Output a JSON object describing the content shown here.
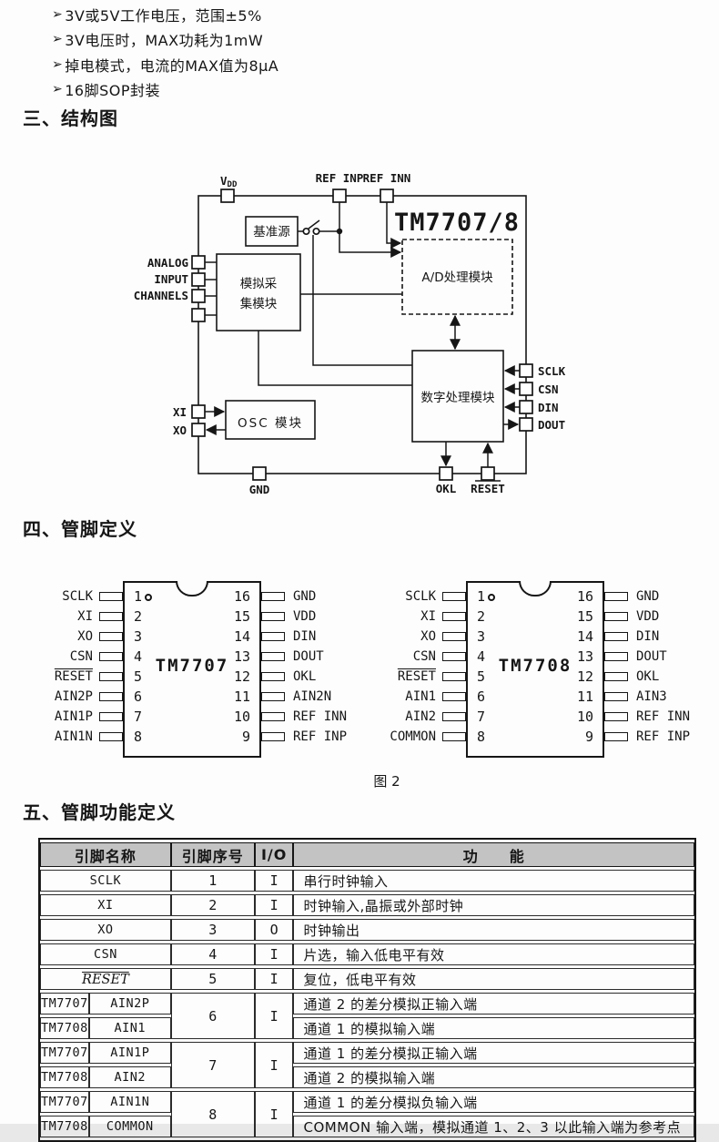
{
  "features": {
    "marker": "➢",
    "items": [
      "3V或5V工作电压，范围±5%",
      "3V电压时，MAX功耗为1mW",
      "掉电模式，电流的MAX值为8μA",
      "16脚SOP封装"
    ]
  },
  "sections": {
    "structure": "三、结构图",
    "pin_definition": "四、管脚定义",
    "pin_functions": "五、管脚功能定义"
  },
  "figure_caption": "图 2",
  "diagram": {
    "title": "TM7707/8",
    "vdd_main": "V",
    "vdd_sub": "DD",
    "ref_inp": "REF INP",
    "ref_inn": "REF INN",
    "blocks": {
      "reference": "基准源",
      "adc": "A/D处理模块",
      "analog_line1": "模拟采",
      "analog_line2": "集模块",
      "osc": "OSC 模块",
      "digital": "数字处理模块"
    },
    "left_labels": {
      "analog1": "ANALOG",
      "analog2": "INPUT",
      "analog3": "CHANNELS",
      "xi": "XI",
      "xo": "XO"
    },
    "right_pins": [
      "SCLK",
      "CSN",
      "DIN",
      "DOUT"
    ],
    "bottom": {
      "gnd": "GND",
      "okl": "OKL",
      "reset": "RESET"
    }
  },
  "chips": [
    {
      "name": "TM7707",
      "left": [
        {
          "label": "SCLK",
          "num": "1"
        },
        {
          "label": "XI",
          "num": "2"
        },
        {
          "label": "XO",
          "num": "3"
        },
        {
          "label": "CSN",
          "num": "4"
        },
        {
          "label": "RESET",
          "num": "5"
        },
        {
          "label": "AIN2P",
          "num": "6"
        },
        {
          "label": "AIN1P",
          "num": "7"
        },
        {
          "label": "AIN1N",
          "num": "8"
        }
      ],
      "right": [
        {
          "num": "16",
          "label": "GND"
        },
        {
          "num": "15",
          "label": "VDD"
        },
        {
          "num": "14",
          "label": "DIN"
        },
        {
          "num": "13",
          "label": "DOUT"
        },
        {
          "num": "12",
          "label": "OKL"
        },
        {
          "num": "11",
          "label": "AIN2N"
        },
        {
          "num": "10",
          "label": "REF INN"
        },
        {
          "num": "9",
          "label": "REF INP"
        }
      ]
    },
    {
      "name": "TM7708",
      "left": [
        {
          "label": "SCLK",
          "num": "1"
        },
        {
          "label": "XI",
          "num": "2"
        },
        {
          "label": "XO",
          "num": "3"
        },
        {
          "label": "CSN",
          "num": "4"
        },
        {
          "label": "RESET",
          "num": "5"
        },
        {
          "label": "AIN1",
          "num": "6"
        },
        {
          "label": "AIN2",
          "num": "7"
        },
        {
          "label": "COMMON",
          "num": "8"
        }
      ],
      "right": [
        {
          "num": "16",
          "label": "GND"
        },
        {
          "num": "15",
          "label": "VDD"
        },
        {
          "num": "14",
          "label": "DIN"
        },
        {
          "num": "13",
          "label": "DOUT"
        },
        {
          "num": "12",
          "label": "OKL"
        },
        {
          "num": "11",
          "label": "AIN3"
        },
        {
          "num": "10",
          "label": "REF INN"
        },
        {
          "num": "9",
          "label": "REF INP"
        }
      ]
    }
  ],
  "table": {
    "headers": {
      "name": "引脚名称",
      "number": "引脚序号",
      "io": "I/O",
      "function": "功　　能"
    },
    "rows": [
      {
        "name": "SCLK",
        "num": "1",
        "io": "I",
        "func": "串行时钟输入"
      },
      {
        "name": "XI",
        "num": "2",
        "io": "I",
        "func": "时钟输入,晶振或外部时钟"
      },
      {
        "name": "XO",
        "num": "3",
        "io": "O",
        "func": "时钟输出"
      },
      {
        "name": "CSN",
        "num": "4",
        "io": "I",
        "func": "片选，输入低电平有效"
      },
      {
        "name": "RESET",
        "num": "5",
        "io": "I",
        "func": "复位，低电平有效"
      }
    ],
    "split_rows": [
      {
        "num": "6",
        "io": "I",
        "sub": [
          {
            "chip": "TM7707",
            "pin": "AIN2P",
            "func": "通道 2 的差分模拟正输入端"
          },
          {
            "chip": "TM7708",
            "pin": "AIN1",
            "func": "通道 1 的模拟输入端"
          }
        ]
      },
      {
        "num": "7",
        "io": "I",
        "sub": [
          {
            "chip": "TM7707",
            "pin": "AIN1P",
            "func": "通道 1 的差分模拟正输入端"
          },
          {
            "chip": "TM7708",
            "pin": "AIN2",
            "func": "通道 2 的模拟输入端"
          }
        ]
      },
      {
        "num": "8",
        "io": "I",
        "sub": [
          {
            "chip": "TM7707",
            "pin": "AIN1N",
            "func": "通道 1 的差分模拟负输入端"
          },
          {
            "chip": "TM7708",
            "pin": "COMMON",
            "func": "COMMON 输入端，模拟通道 1、2、3 以此输入端为参考点"
          }
        ]
      }
    ]
  }
}
